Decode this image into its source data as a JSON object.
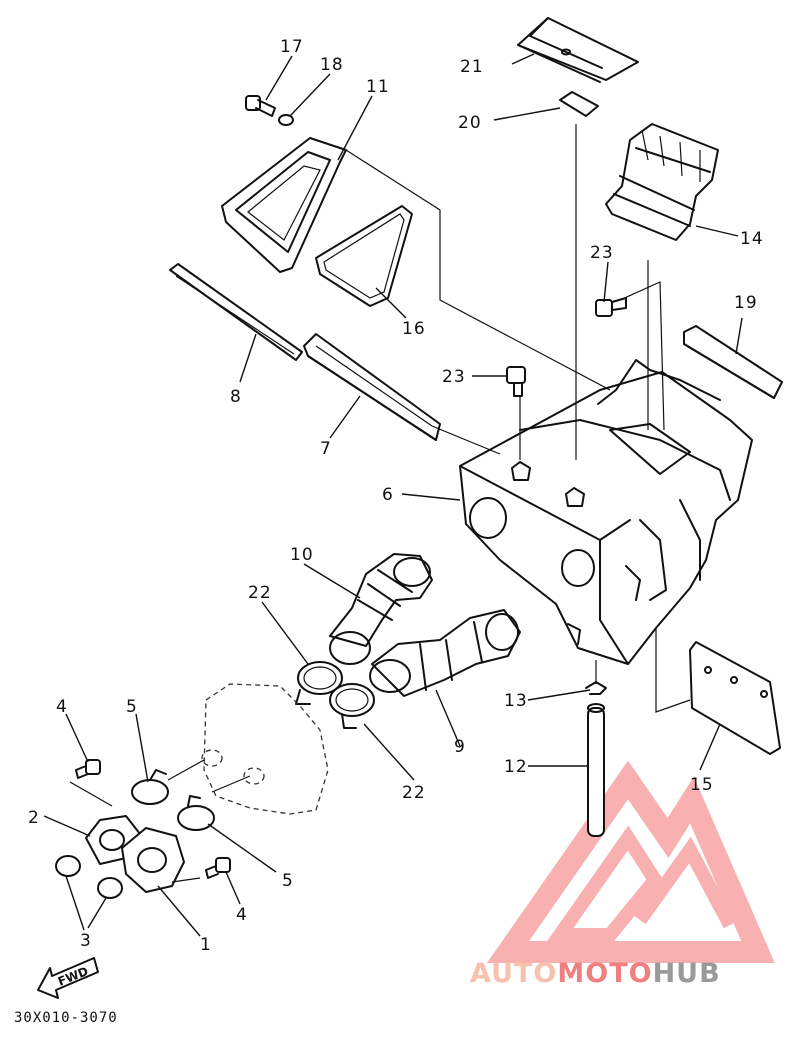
{
  "diagram": {
    "drawing_code": "30X010-3070",
    "fwd_label": "FWD",
    "callouts": [
      {
        "id": "c1",
        "text": "1"
      },
      {
        "id": "c2",
        "text": "2"
      },
      {
        "id": "c3",
        "text": "3"
      },
      {
        "id": "c4a",
        "text": "4"
      },
      {
        "id": "c4b",
        "text": "4"
      },
      {
        "id": "c5a",
        "text": "5"
      },
      {
        "id": "c5b",
        "text": "5"
      },
      {
        "id": "c6",
        "text": "6"
      },
      {
        "id": "c7",
        "text": "7"
      },
      {
        "id": "c8",
        "text": "8"
      },
      {
        "id": "c9",
        "text": "9"
      },
      {
        "id": "c10",
        "text": "10"
      },
      {
        "id": "c11",
        "text": "11"
      },
      {
        "id": "c12",
        "text": "12"
      },
      {
        "id": "c13",
        "text": "13"
      },
      {
        "id": "c14",
        "text": "14"
      },
      {
        "id": "c15",
        "text": "15"
      },
      {
        "id": "c16",
        "text": "16"
      },
      {
        "id": "c17",
        "text": "17"
      },
      {
        "id": "c18",
        "text": "18"
      },
      {
        "id": "c19",
        "text": "19"
      },
      {
        "id": "c20",
        "text": "20"
      },
      {
        "id": "c21",
        "text": "21"
      },
      {
        "id": "c22a",
        "text": "22"
      },
      {
        "id": "c22b",
        "text": "22"
      },
      {
        "id": "c23a",
        "text": "23"
      },
      {
        "id": "c23b",
        "text": "23"
      }
    ]
  },
  "watermark": {
    "brand_part1": "AUTO",
    "brand_part2": "MOTO",
    "brand_part3": "HUB",
    "color_light": "#f6c1ad",
    "color_red": "#f08080",
    "color_grey": "#9a9a9a"
  }
}
